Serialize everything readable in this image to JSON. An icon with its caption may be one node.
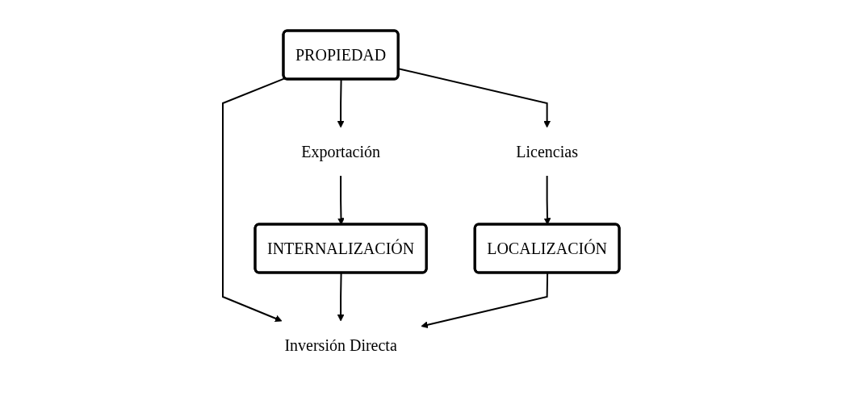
{
  "diagram": {
    "nodes": [
      {
        "text": [
          "PROPIEDAD"
        ]
      },
      {
        "text": [
          "Exportación"
        ]
      },
      {
        "text": [
          "Inversión Directa"
        ]
      },
      {
        "text": [
          "Licencias"
        ]
      },
      {
        "text": [
          "INTERNALIZACIÓN"
        ]
      },
      {
        "text": [
          "LOCALIZACIÓN"
        ]
      }
    ],
    "edges": [
      {
        "from": 0,
        "to": 1,
        "arrow": "to"
      },
      {
        "from": 0,
        "to": 2,
        "arrow": "to"
      },
      {
        "from": 0,
        "to": 3,
        "arrow": "to"
      },
      {
        "from": 1,
        "to": 4,
        "arrow": "to"
      },
      {
        "from": 3,
        "to": 5,
        "arrow": "to"
      },
      {
        "from": 4,
        "to": 2,
        "arrow": "to"
      },
      {
        "from": 5,
        "to": 2,
        "arrow": "to"
      }
    ]
  }
}
